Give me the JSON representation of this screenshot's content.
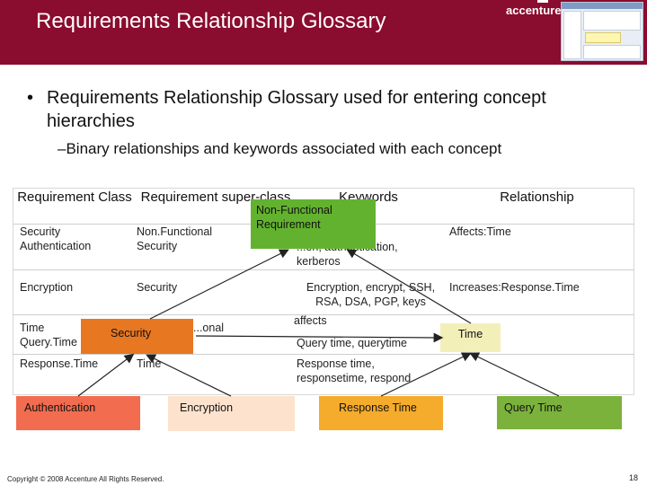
{
  "header": {
    "title": "Requirements Relationship Glossary",
    "logo": "accenture"
  },
  "bullet": "Requirements Relationship Glossary used for entering concept hierarchies",
  "bullet_marker": "•",
  "subbullet": "–Binary relationships and keywords associated with each concept",
  "table": {
    "headers": [
      "Requirement Class",
      "Requirement super-class",
      "Keywords",
      "Relationship"
    ],
    "rows": [
      {
        "cls": "Security Authentication",
        "superclass": "Non.Functional Security",
        "keywords": "...en, authentication, kerberos",
        "relationship": "Affects:Time"
      },
      {
        "cls": "Encryption",
        "superclass": "Security",
        "keywords": "Encryption, encrypt, SSH, RSA, DSA, PGP, keys",
        "relationship": "Increases:Response.Time"
      },
      {
        "cls": "Time Query.Time",
        "superclass": "...onal",
        "keywords": "Query time, querytime",
        "relationship": ""
      },
      {
        "cls": "Response.Time",
        "superclass": "Time",
        "keywords": "Response time, responsetime, respond",
        "relationship": ""
      }
    ]
  },
  "overlays": {
    "non_functional": "Non-Functional Requirement",
    "security": "Security",
    "affects": "affects",
    "time": "Time"
  },
  "bottom_boxes": {
    "authentication": "Authentication",
    "encryption": "Encryption",
    "response_time": "Response Time",
    "query_time": "Query Time"
  },
  "colors": {
    "header_bg": "#8a0c2e",
    "non_functional": "#63b22f",
    "security": "#e87722",
    "time": "#f3efb9",
    "authentication": "#f26c4f",
    "encryption": "#fde3cd",
    "response_time": "#f5ab2b",
    "query_time": "#7bb23b"
  },
  "footer": {
    "copyright": "Copyright © 2008 Accenture All Rights Reserved.",
    "page": "18"
  }
}
